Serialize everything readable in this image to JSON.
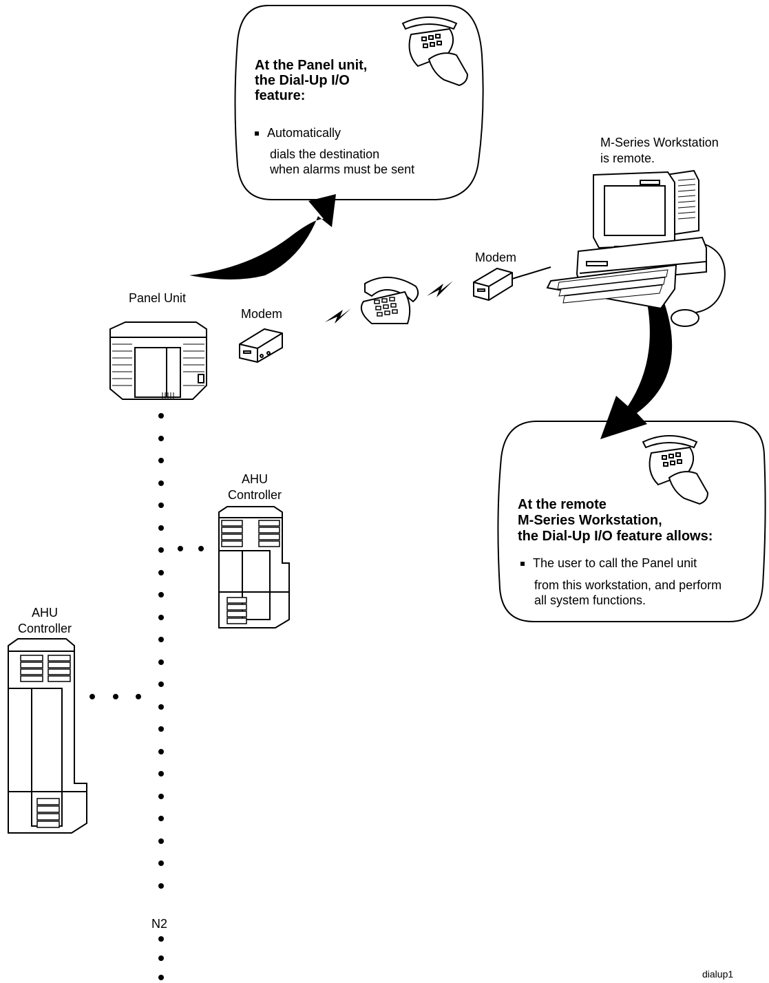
{
  "callout_panel": {
    "heading": [
      "At the Panel unit,",
      "the Dial-Up I/O",
      "feature:"
    ],
    "bullet_first": "Automatically",
    "bullet_rest": [
      "dials the destination",
      "when alarms must be sent"
    ]
  },
  "callout_workstation": {
    "heading": [
      "At the remote",
      "M-Series Workstation,",
      "the Dial-Up I/O feature allows:"
    ],
    "bullet_first": "The user to call the Panel unit",
    "bullet_rest": [
      "from this workstation, and perform",
      "all system functions."
    ]
  },
  "labels": {
    "workstation": [
      "M-Series  Workstation",
      "is remote."
    ],
    "modem_right": "Modem",
    "modem_left": "Modem",
    "panel_unit": "Panel Unit",
    "ahu_right": [
      "AHU",
      "Controller"
    ],
    "ahu_left": [
      "AHU",
      "Controller"
    ],
    "bus": "N2",
    "figure_id": "dialup1"
  },
  "colors": {
    "ink": "#000000",
    "paper": "#ffffff",
    "shade": "#cccccc"
  },
  "icons": [
    "telephone-keypad-hand-icon",
    "telephone-icon",
    "modem-icon",
    "workstation-computer-icon",
    "panel-unit-icon",
    "ahu-controller-icon",
    "lightning-bolt-icon",
    "curved-arrow-icon"
  ]
}
